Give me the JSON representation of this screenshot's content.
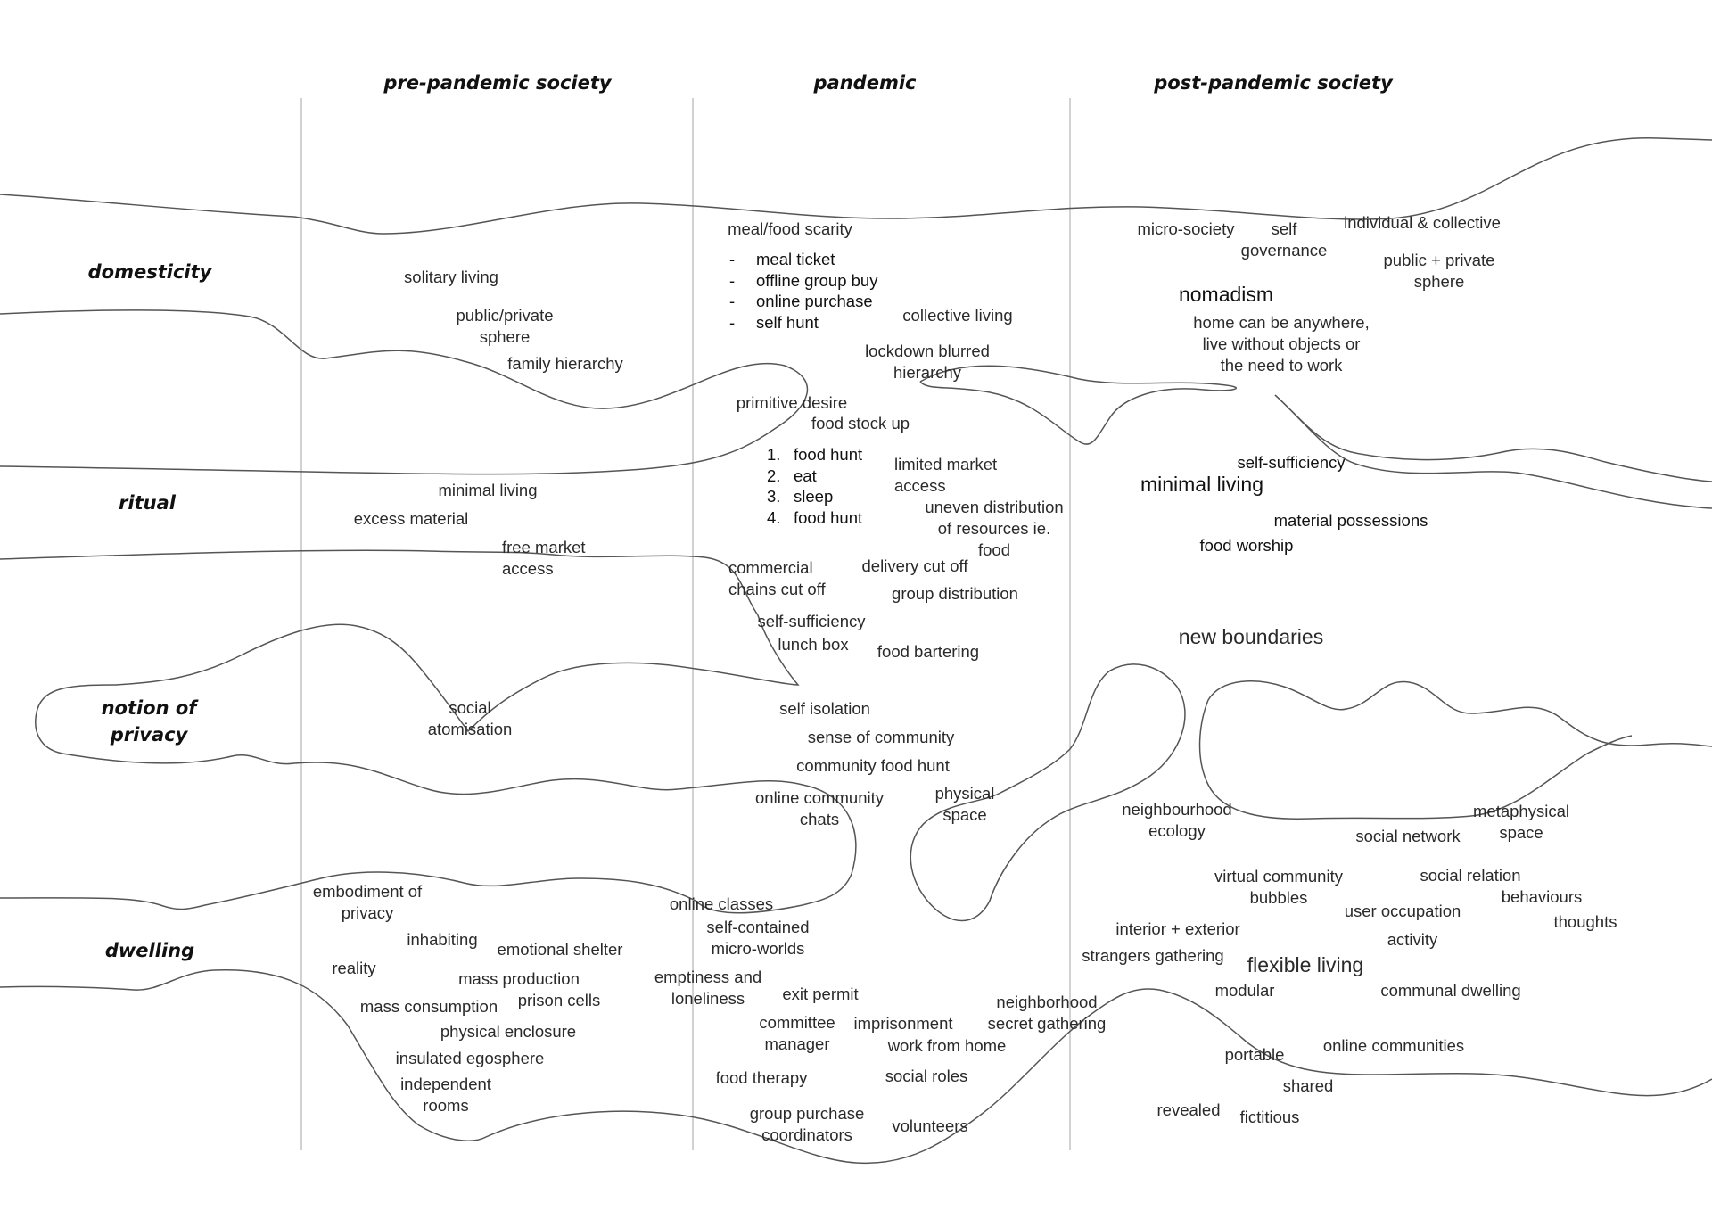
{
  "columns": {
    "pre": "pre-pandemic society",
    "pandemic": "pandemic",
    "post": "post-pandemic society"
  },
  "rows": {
    "domesticity": "domesticity",
    "ritual": "ritual",
    "privacy": "notion of privacy",
    "dwelling": "dwelling"
  },
  "lists": {
    "purchase_methods": [
      "meal ticket",
      "offline group buy",
      "online purchase",
      "self hunt"
    ],
    "daily_cycle": [
      "food hunt",
      "eat",
      "sleep",
      "food hunt"
    ]
  },
  "labels": {
    "solitary_living": "solitary living",
    "public_private_sphere": "public/private\nsphere",
    "family_hierarchy": "family hierarchy",
    "minimal_living_pre": "minimal living",
    "excess_material": "excess material",
    "free_market_access": "free market\naccess",
    "social_atomisation": "social\natomisation",
    "embodiment_of_privacy": "embodiment of\nprivacy",
    "inhabiting": "inhabiting",
    "emotional_shelter": "emotional shelter",
    "reality": "reality",
    "mass_production": "mass production",
    "mass_consumption": "mass consumption",
    "prison_cells": "prison cells",
    "physical_enclosure": "physical enclosure",
    "insulated_egosphere": "insulated egosphere",
    "independent_rooms": "independent\nrooms",
    "meal_food_scarity": "meal/food scarity",
    "collective_living": "collective living",
    "lockdown_blurred_hierarchy": "lockdown blurred\nhierarchy",
    "primitive_desire": "primitive desire",
    "food_stock_up": "food stock up",
    "limited_market_access": "limited market\naccess",
    "uneven_distribution": "uneven distribution\nof resources ie.\nfood",
    "commercial_chains": "commercial\nchains cut off",
    "delivery_cut_off": "delivery cut off",
    "group_distribution": "group distribution",
    "self_sufficiency_pan": "self-sufficiency",
    "lunch_box": "lunch box",
    "food_bartering": "food bartering",
    "self_isolation": "self isolation",
    "sense_of_community": "sense of community",
    "community_food_hunt": "community food hunt",
    "online_community_chats": "online community\nchats",
    "physical_space": "physical\nspace",
    "online_classes": "online classes",
    "self_contained": "self-contained\nmicro-worlds",
    "emptiness": "emptiness and\nloneliness",
    "exit_permit": "exit permit",
    "committee_manager": "committee\nmanager",
    "imprisonment": "imprisonment",
    "neighborhood_secret": "neighborhood\nsecret gathering",
    "work_from_home": "work from home",
    "food_therapy": "food therapy",
    "social_roles": "social roles",
    "group_purchase": "group purchase\ncoordinators",
    "volunteers": "volunteers",
    "micro_society": "micro-society",
    "self_governance": "self\ngovernance",
    "individual_collective": "individual & collective",
    "public_private_post": "public + private\nsphere",
    "nomadism": "nomadism",
    "home_anywhere": "home can be anywhere,\nlive without objects or\nthe need to work",
    "self_sufficiency_post": "self-sufficiency",
    "minimal_living_post": "minimal living",
    "material_possessions": "material possessions",
    "food_worship": "food worship",
    "new_boundaries": "new boundaries",
    "neighbourhood_ecology": "neighbourhood\necology",
    "metaphysical_space": "metaphysical\nspace",
    "social_network": "social network",
    "virtual_community": "virtual community\nbubbles",
    "social_relation": "social relation",
    "behaviours": "behaviours",
    "user_occupation": "user occupation",
    "thoughts": "thoughts",
    "interior_exterior": "interior + exterior",
    "activity": "activity",
    "strangers_gathering": "strangers gathering",
    "flexible_living": "flexible living",
    "modular": "modular",
    "communal_dwelling": "communal dwelling",
    "portable": "portable",
    "online_communities": "online communities",
    "shared": "shared",
    "revealed": "revealed",
    "fictitious": "fictitious"
  }
}
